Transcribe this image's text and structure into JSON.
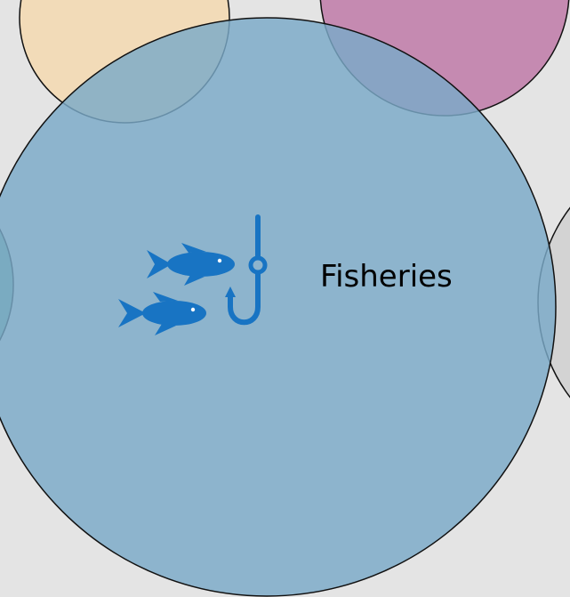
{
  "diagram": {
    "background_color": "#e4e4e4",
    "outline_color": "#111111",
    "circles": [
      {
        "id": "top-left",
        "label": "",
        "fill": "#f5d9b0",
        "opacity": 0.85
      },
      {
        "id": "top-right",
        "label": "",
        "fill": "#c07aa8",
        "opacity": 0.85
      },
      {
        "id": "left",
        "label": "",
        "fill": "#5fa58f",
        "opacity": 0.8
      },
      {
        "id": "right",
        "label": "",
        "fill": "#c8c8c8",
        "opacity": 0.6
      },
      {
        "id": "fisheries",
        "label": "Fisheries",
        "fill": "#7aa9c8",
        "opacity": 0.82,
        "icon": "fish-hook-icon",
        "icon_color": "#1874c3"
      }
    ]
  }
}
